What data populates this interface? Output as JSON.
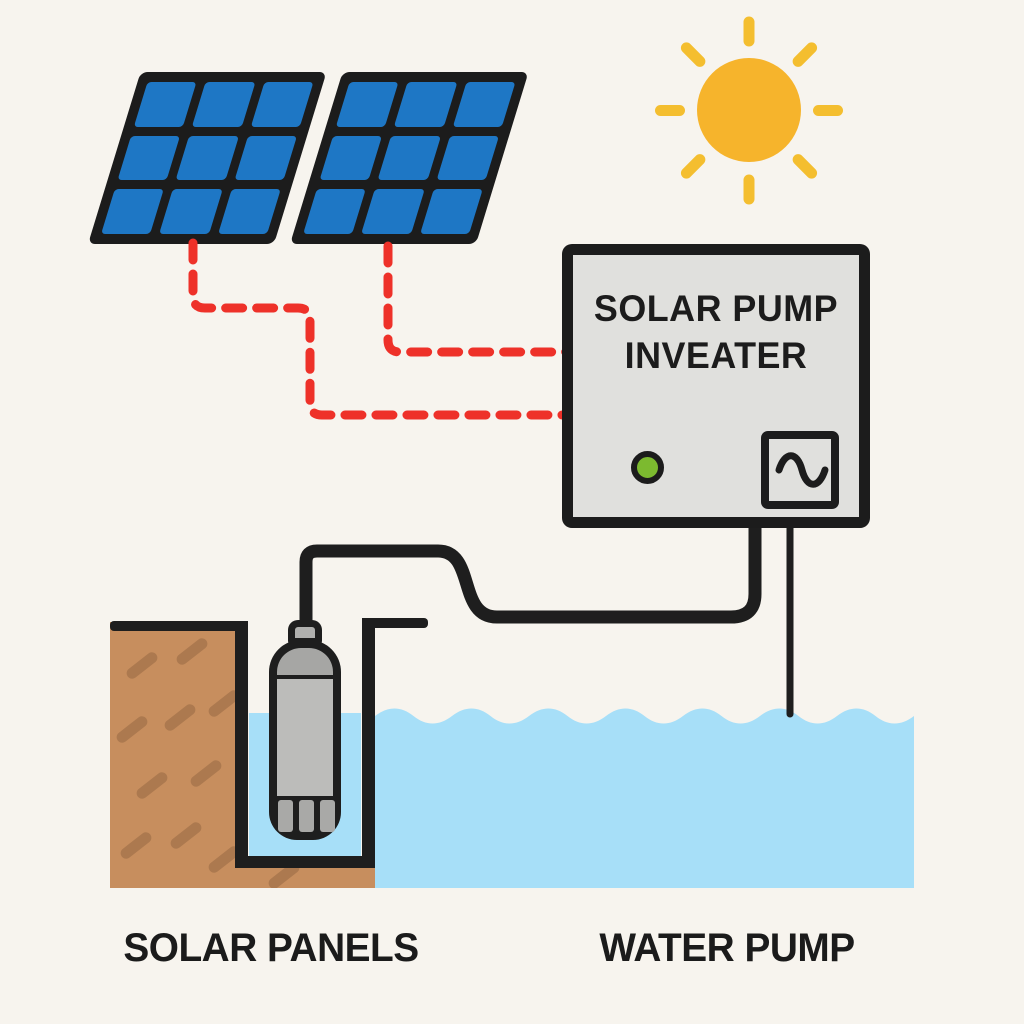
{
  "diagram": {
    "title": "solar water pump system diagram",
    "labels": {
      "solar_panels": "SOLAR PANELS",
      "water_pump": "WATER PUMP"
    },
    "inverter": {
      "line1": "SOLAR PUMP",
      "line2": "INVEATER",
      "led_status_color": "#7CBA2F",
      "body_color": "#E0E0DD",
      "symbol": "sine-wave"
    },
    "panels": {
      "count": 2,
      "rows": 3,
      "cols": 3,
      "cell_color": "#1E77C5"
    },
    "colors": {
      "background": "#F7F4EE",
      "outline": "#1C1C1C",
      "dc_wire_red": "#EE3129",
      "sun": "#F6B42C",
      "water": "#A7DFF8",
      "soil": "#C78E5E",
      "pump_gray": "#BCBCBA"
    }
  }
}
